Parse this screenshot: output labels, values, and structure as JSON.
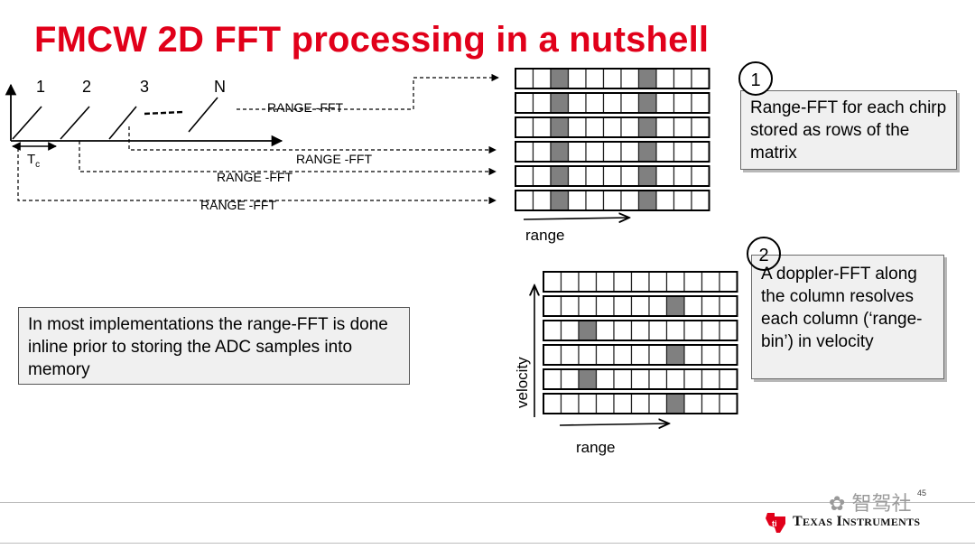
{
  "slide": {
    "title": "FMCW 2D FFT processing in a nutshell",
    "page_number": "45",
    "title_color": "#e1001a"
  },
  "chirps": {
    "labels": [
      "1",
      "2",
      "3",
      "N"
    ],
    "tc_label": "T",
    "tc_subscript": "c",
    "range_fft_labels": [
      "RANGE -FFT",
      "RANGE -FFT",
      "RANGE -FFT",
      "RANGE -FFT"
    ]
  },
  "range_matrix": {
    "rows": 6,
    "cols": 11,
    "highlight_cols": [
      2,
      7
    ],
    "axis_label": "range"
  },
  "doppler_matrix": {
    "rows": 6,
    "cols": 11,
    "highlight_cells": [
      [
        1,
        7
      ],
      [
        2,
        2
      ],
      [
        3,
        7
      ],
      [
        4,
        2
      ],
      [
        5,
        7
      ]
    ],
    "x_axis_label": "range",
    "y_axis_label": "velocity"
  },
  "annotations": {
    "step1_number": "1",
    "step1_text": "Range-FFT for each chirp stored as rows of the matrix",
    "step2_number": "2",
    "step2_text": "A doppler-FFT along the column resolves each column (‘range-bin’) in velocity",
    "inline_note": "In most implementations the range-FFT is done inline prior to storing the ADC samples into memory"
  },
  "footer": {
    "brand": "Texas Instruments",
    "watermark": "智驾社"
  },
  "colors": {
    "highlight_cell": "#808080",
    "cell_border": "#222222",
    "box_bg": "#f0f0f0"
  }
}
